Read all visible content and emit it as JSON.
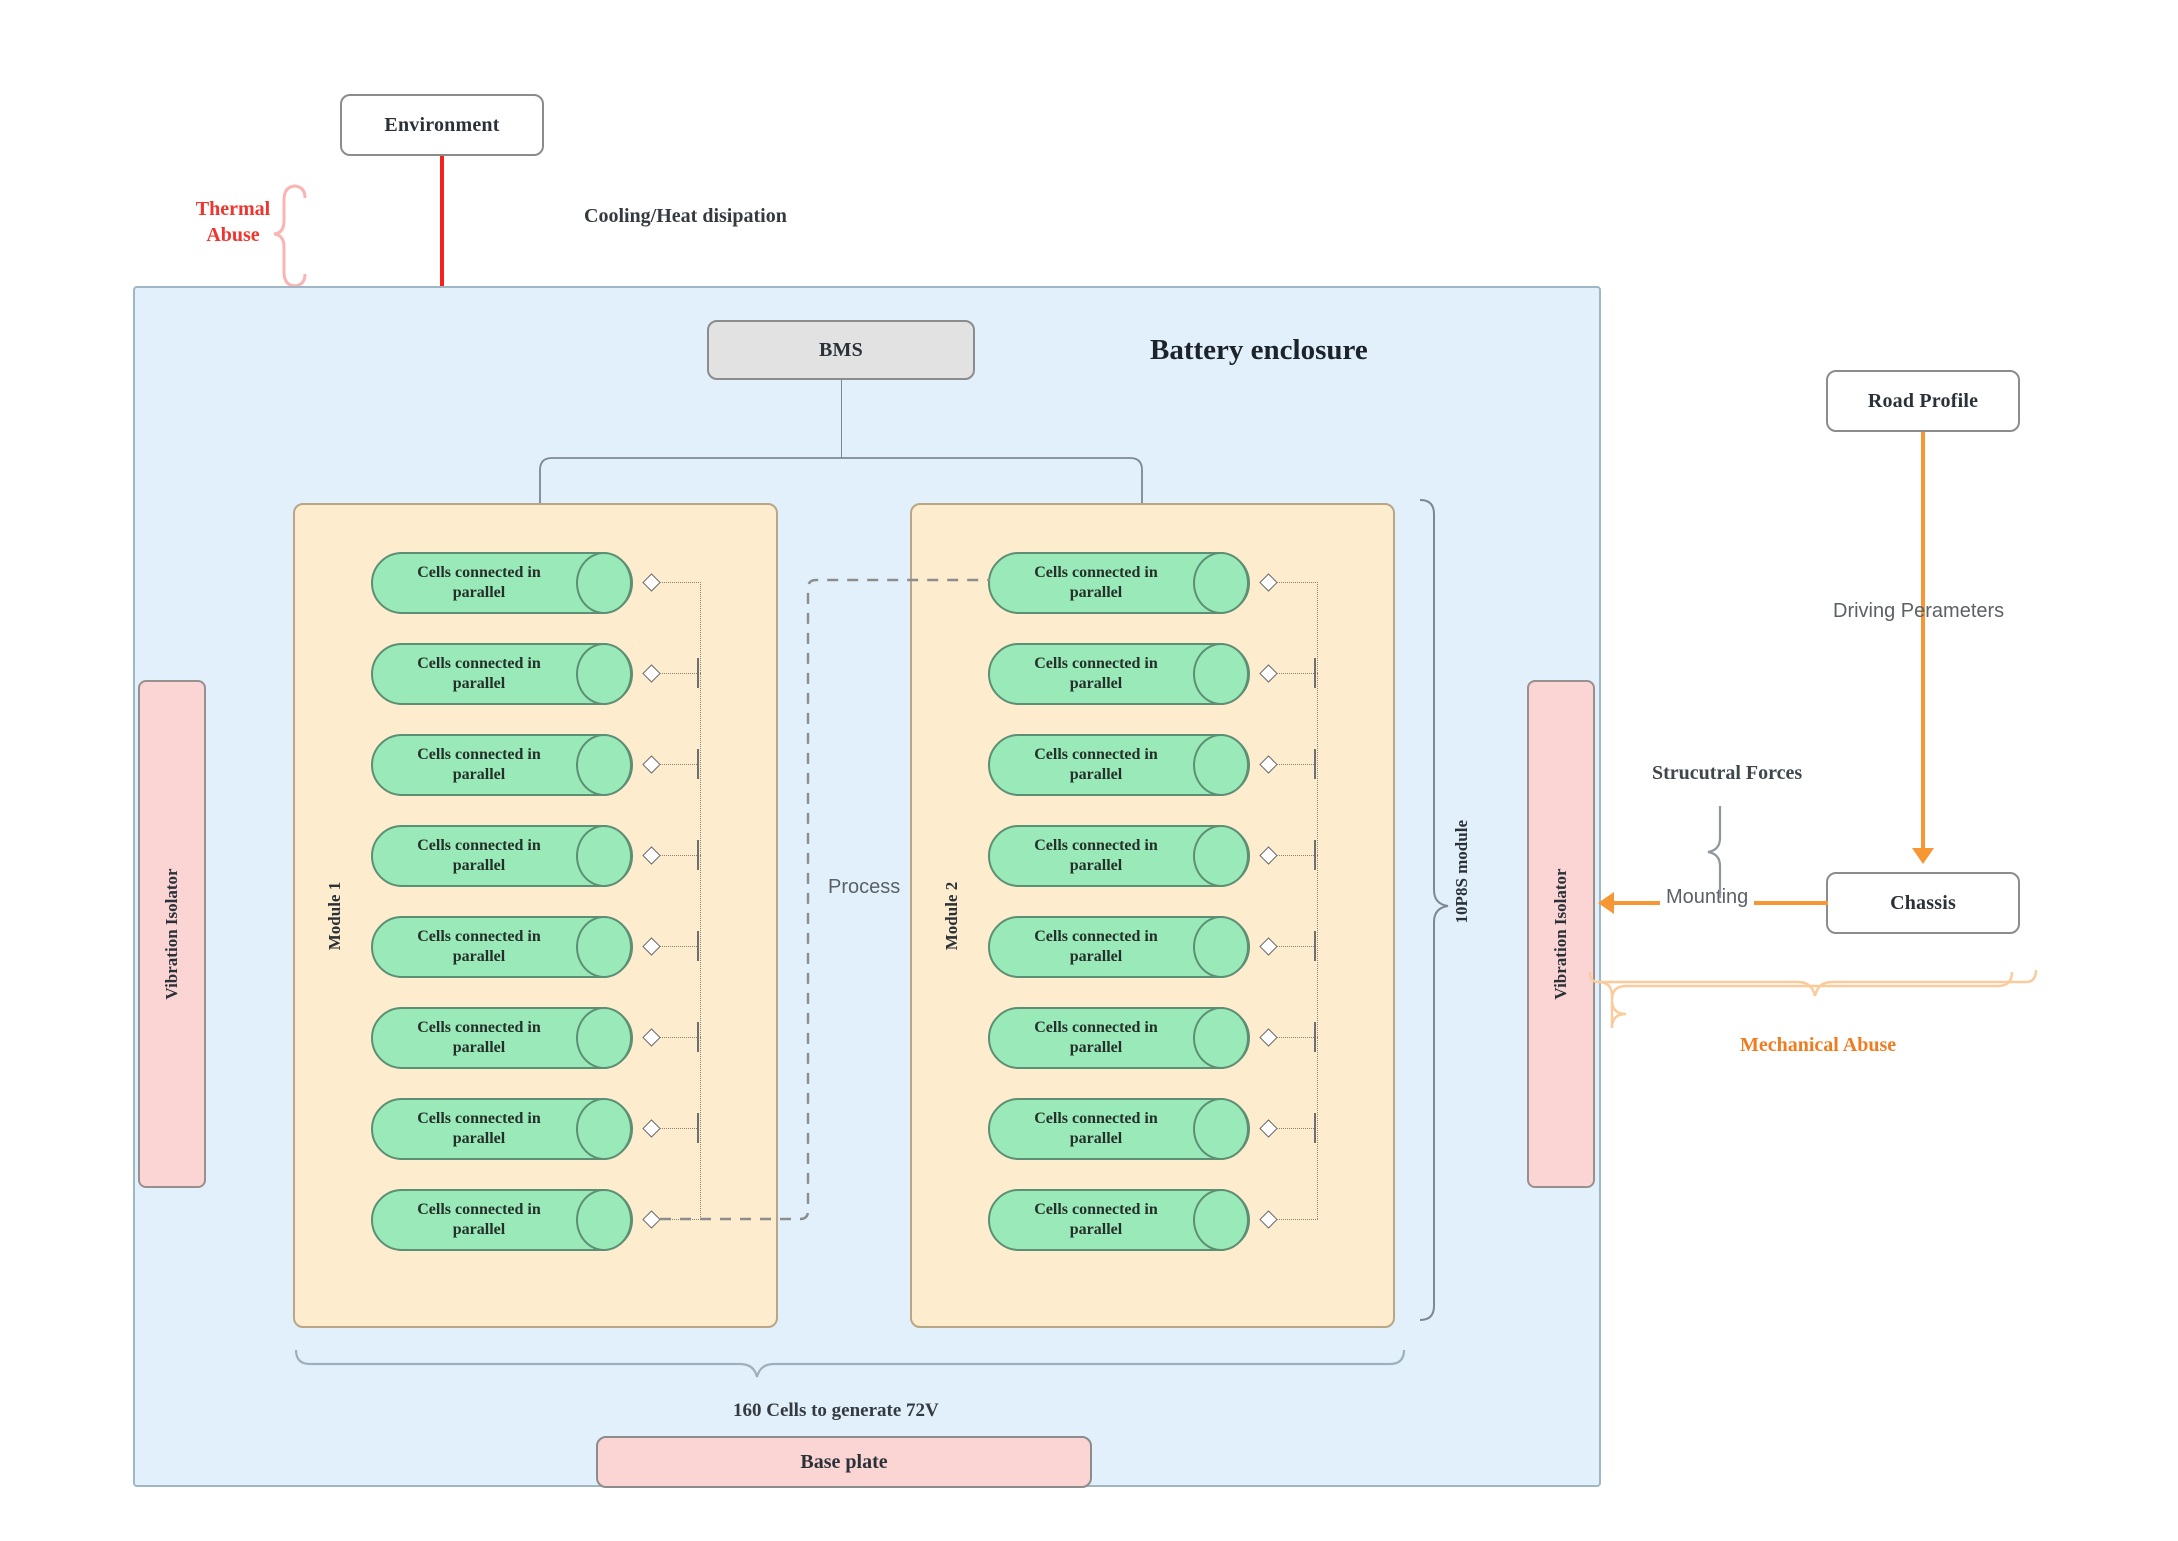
{
  "diagram": {
    "title": "Battery enclosure",
    "nodes": {
      "environment": "Environment",
      "bms": "BMS",
      "road_profile": "Road Profile",
      "chassis": "Chassis",
      "base_plate": "Base plate"
    },
    "labels": {
      "thermal_abuse": "Thermal\nAbuse",
      "thermal_abuse_line1": "Thermal",
      "thermal_abuse_line2": "Abuse",
      "cooling": "Cooling/Heat disipation",
      "process": "Process",
      "driving_parameters": "Driving Perameters",
      "structural_forces": "Strucutral Forces",
      "mounting": "Mounting",
      "mechanical_abuse": "Mechanical Abuse",
      "cells_total": "160 Cells to generate 72V",
      "module_stack": "10P8S module",
      "vibration_isolator": "Vibration Isolator",
      "module_1": "Module 1",
      "module_2": "Module 2"
    },
    "cell_label": "Cells connected in parallel",
    "modules": [
      {
        "name": "Module 1",
        "cells": [
          "Cells connected in parallel",
          "Cells connected in parallel",
          "Cells connected in parallel",
          "Cells connected in parallel",
          "Cells connected in parallel",
          "Cells connected in parallel",
          "Cells connected in parallel",
          "Cells connected in parallel"
        ]
      },
      {
        "name": "Module 2",
        "cells": [
          "Cells connected in parallel",
          "Cells connected in parallel",
          "Cells connected in parallel",
          "Cells connected in parallel",
          "Cells connected in parallel",
          "Cells connected in parallel",
          "Cells connected in parallel",
          "Cells connected in parallel"
        ]
      }
    ],
    "colors": {
      "enclosure_fill": "#e2f0fb",
      "module_fill": "#fdeccd",
      "cell_fill": "#9ae9b9",
      "isolator_fill": "#fbd4d4",
      "thermal_accent": "#f4211c",
      "mechanical_accent": "#f79734",
      "bms_fill": "#e2e2e2"
    }
  }
}
